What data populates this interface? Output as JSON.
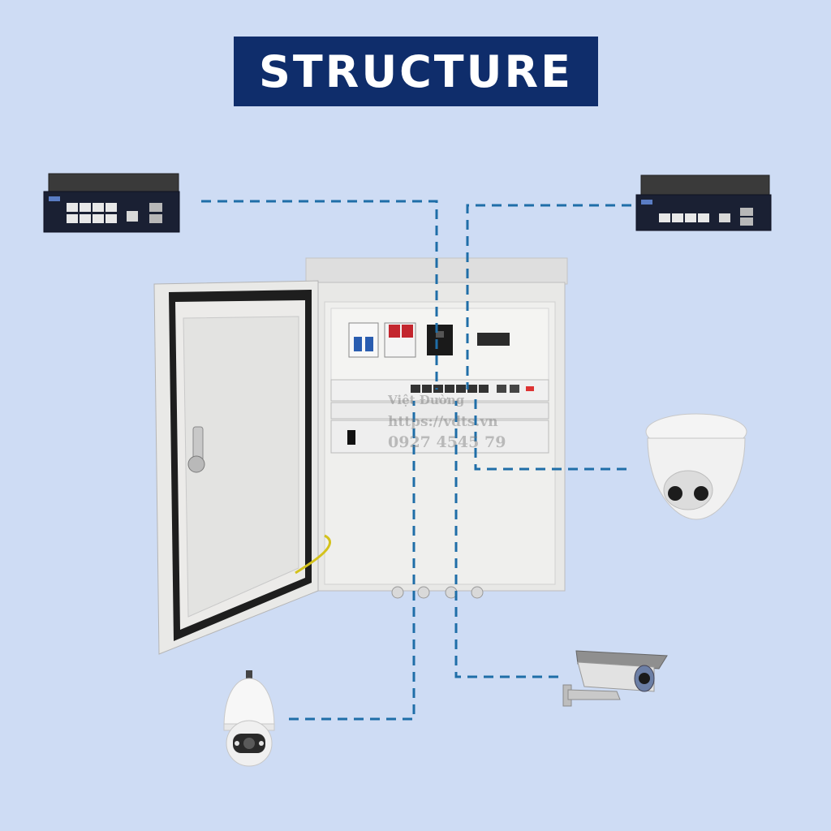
{
  "title": "STRUCTURE",
  "watermark": {
    "name": "Việt Đường",
    "url": "https://vdts.vn",
    "phone": "0927 4545 79"
  },
  "devices": [
    {
      "id": "switch-left",
      "kind": "network-switch",
      "ports": 8
    },
    {
      "id": "switch-right",
      "kind": "network-switch",
      "ports": 4
    },
    {
      "id": "dome-camera",
      "kind": "dome-camera"
    },
    {
      "id": "ptz-camera",
      "kind": "ptz-speed-dome-camera"
    },
    {
      "id": "bullet-camera",
      "kind": "bullet-camera"
    }
  ],
  "colors": {
    "background": "#cedcf4",
    "title_bar": "#0f2d6b",
    "title_text": "#ffffff",
    "connector": "#1f6ea8",
    "cabinet": "#e6e6e4"
  }
}
